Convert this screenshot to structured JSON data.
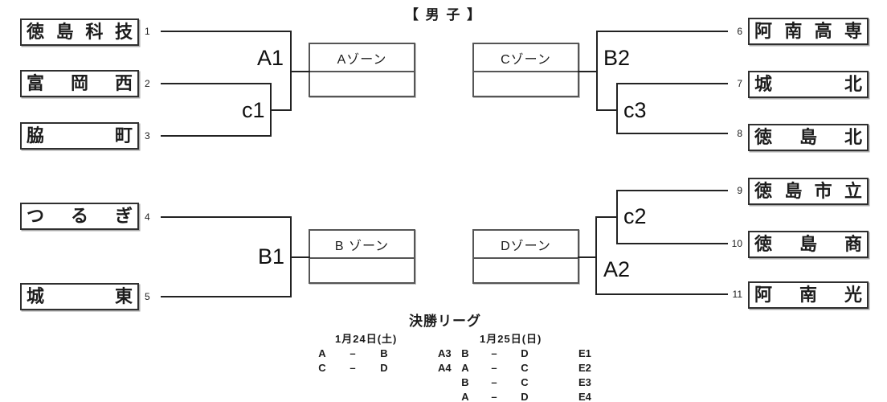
{
  "title": "【 男 子 】",
  "teams": [
    {
      "seed": "1",
      "name": "徳島科技"
    },
    {
      "seed": "2",
      "name": "富岡西"
    },
    {
      "seed": "3",
      "name": "脇町"
    },
    {
      "seed": "4",
      "name": "つるぎ"
    },
    {
      "seed": "5",
      "name": "城東"
    },
    {
      "seed": "6",
      "name": "阿南高専"
    },
    {
      "seed": "7",
      "name": "城北"
    },
    {
      "seed": "8",
      "name": "徳島北"
    },
    {
      "seed": "9",
      "name": "徳島市立"
    },
    {
      "seed": "10",
      "name": "徳島商"
    },
    {
      "seed": "11",
      "name": "阿南光"
    }
  ],
  "zones": [
    {
      "label": "Aゾーン"
    },
    {
      "label": "Cゾーン"
    },
    {
      "label": "B ゾーン"
    },
    {
      "label": "Dゾーン"
    }
  ],
  "match_labels": {
    "a1": "A1",
    "c1": "c1",
    "b2": "B2",
    "c3": "c3",
    "b1": "B1",
    "c2": "c2",
    "a2": "A2"
  },
  "final_league": {
    "title": "決勝リーグ",
    "days": [
      {
        "date": "1月24日(土)",
        "matches": [
          [
            "A",
            "–",
            "B",
            "A3"
          ],
          [
            "C",
            "–",
            "D",
            "A4"
          ]
        ]
      },
      {
        "date": "1月25日(日)",
        "matches": [
          [
            "B",
            "–",
            "D",
            "E1"
          ],
          [
            "A",
            "–",
            "C",
            "E2"
          ],
          [
            "B",
            "–",
            "C",
            "E3"
          ],
          [
            "A",
            "–",
            "D",
            "E4"
          ]
        ]
      }
    ]
  }
}
